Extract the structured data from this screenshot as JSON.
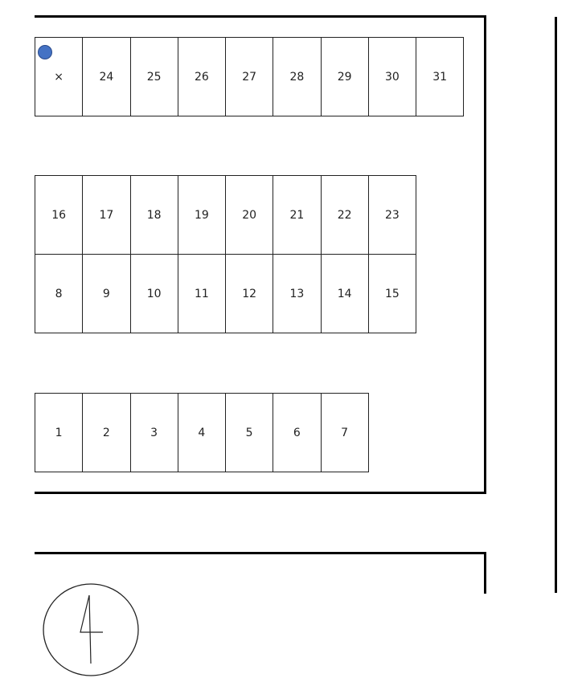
{
  "lot": {
    "marker_color": "#4472c4",
    "rows": [
      {
        "name": "row-top",
        "spaces": [
          "×",
          "24",
          "25",
          "26",
          "27",
          "28",
          "29",
          "30",
          "31"
        ]
      },
      {
        "name": "row-upper",
        "spaces": [
          "16",
          "17",
          "18",
          "19",
          "20",
          "21",
          "22",
          "23"
        ]
      },
      {
        "name": "row-middle",
        "spaces": [
          "8",
          "9",
          "10",
          "11",
          "12",
          "13",
          "14",
          "15"
        ]
      },
      {
        "name": "row-bottom",
        "spaces": [
          "1",
          "2",
          "3",
          "4",
          "5",
          "6",
          "7"
        ]
      }
    ]
  },
  "north": {
    "icon": "north-arrow-icon"
  }
}
